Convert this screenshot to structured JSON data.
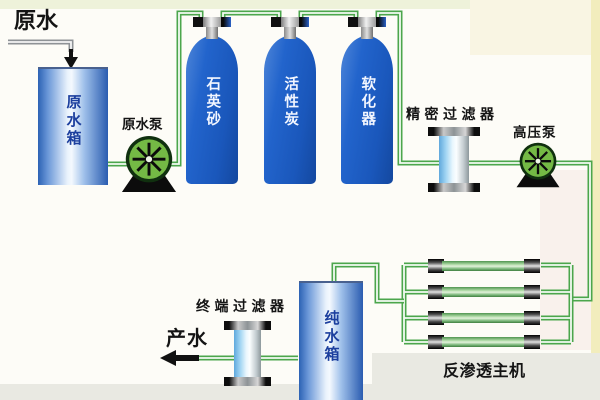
{
  "process": {
    "source": {
      "label": "原水"
    },
    "raw_tank": {
      "label": "原水箱"
    },
    "raw_pump": {
      "label": "原水泵"
    },
    "pretreatment_tanks": [
      {
        "label": "石英砂"
      },
      {
        "label": "活性炭"
      },
      {
        "label": "软化器"
      }
    ],
    "precision_filter": {
      "label": "精密过滤器"
    },
    "hp_pump": {
      "label": "高压泵"
    },
    "ro_unit": {
      "label": "反渗透主机",
      "membrane_rows": 4
    },
    "pure_tank": {
      "label": "纯水箱"
    },
    "terminal_filter": {
      "label": "终端过滤器"
    },
    "output": {
      "label": "产水"
    }
  },
  "colors": {
    "pipe_green": "#4ca64c",
    "tank_blue": "#1d5dc6",
    "pump_green": "#74b945",
    "label_navy": "#1c3f9e",
    "text_black": "#141414"
  }
}
